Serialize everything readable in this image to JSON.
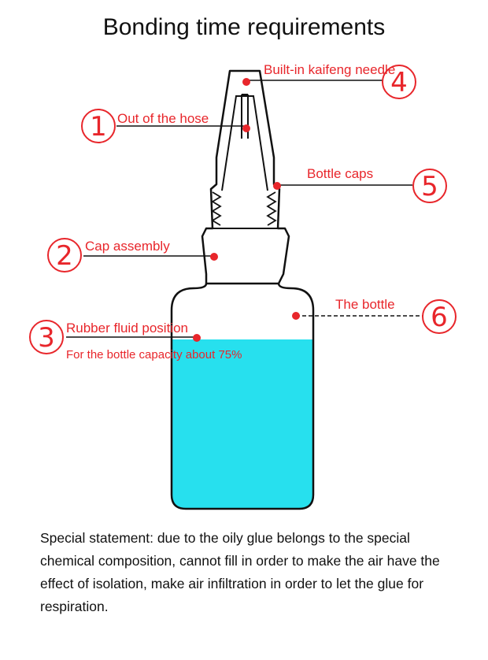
{
  "title": "Bonding time requirements",
  "colors": {
    "accent": "#e8262b",
    "liquid": "#27e0ee",
    "outline": "#111111"
  },
  "callouts": [
    {
      "number": "1",
      "label": "Out of the hose"
    },
    {
      "number": "2",
      "label": "Cap assembly"
    },
    {
      "number": "3",
      "label": "Rubber fluid position",
      "sublabel": "For the bottle capacity about 75%"
    },
    {
      "number": "4",
      "label": "Built-in kaifeng needle"
    },
    {
      "number": "5",
      "label": "Bottle caps"
    },
    {
      "number": "6",
      "label": "The bottle"
    }
  ],
  "liquid_fill_fraction": 0.75,
  "statement": "Special statement: due to the oily glue belongs to the special chemical composition, cannot fill in order to make the air have the effect of isolation, make air infiltration in order to let the glue for respiration."
}
